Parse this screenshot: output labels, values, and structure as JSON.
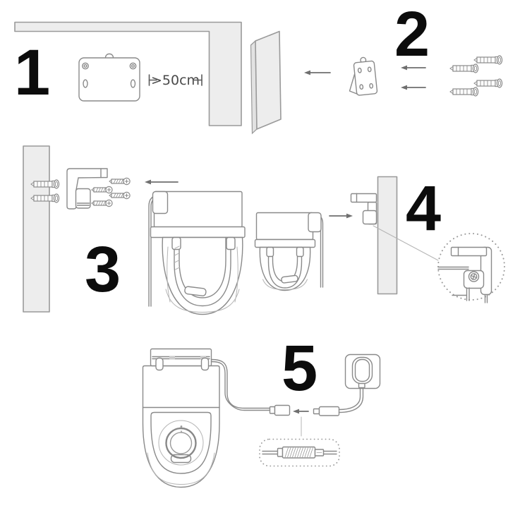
{
  "document": {
    "kind": "camera-installation-instructions",
    "background": "#ffffff"
  },
  "colors": {
    "background": "#ffffff",
    "wall_fill": "#ededed",
    "line_art": "#8a8a8a",
    "step_number": "#0c0c0c",
    "measurement_text": "#4a4a4a"
  },
  "steps": [
    {
      "number": "1",
      "measurement": ">50cm",
      "parts": [
        "ceiling-wall-corner",
        "mounting-plate",
        "distance-measure"
      ]
    },
    {
      "number": "2",
      "parts": [
        "wall-panel",
        "mounting-plate-3d",
        "wall-anchors-x4",
        "insert-arrows"
      ]
    },
    {
      "number": "3",
      "parts": [
        "wall-strip",
        "wall-anchors-x2",
        "hook-bracket",
        "screws-x4",
        "camera-back-large",
        "camera-back-small",
        "slide-arrow"
      ]
    },
    {
      "number": "4",
      "parts": [
        "hook-bracket-mounted",
        "wall-strip",
        "push-arrow",
        "locking-screw-detail-callout"
      ]
    },
    {
      "number": "5",
      "parts": [
        "camera-front",
        "power-cable",
        "dc-connector-pair",
        "plug-arrow",
        "power-adapter",
        "wall-outlet",
        "joined-connector-detail"
      ]
    }
  ]
}
